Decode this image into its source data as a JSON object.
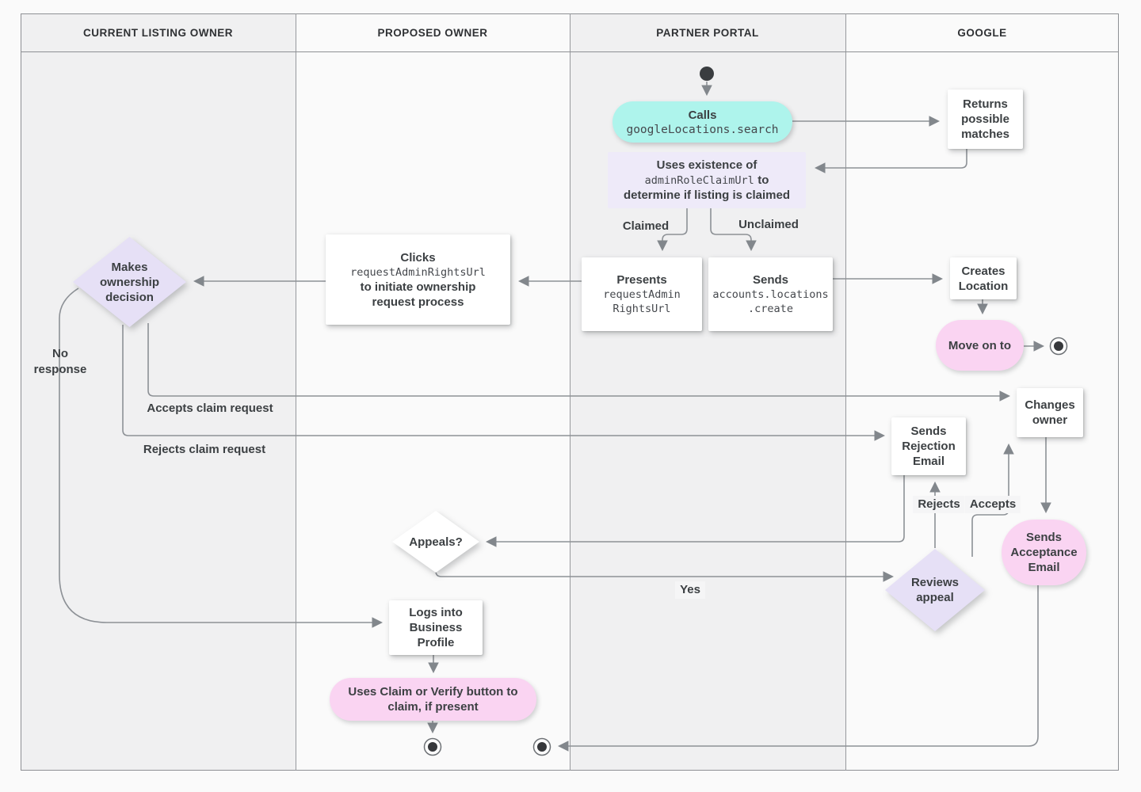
{
  "lanes": [
    {
      "label": "CURRENT LISTING OWNER"
    },
    {
      "label": "PROPOSED OWNER"
    },
    {
      "label": "PARTNER PORTAL"
    },
    {
      "label": "GOOGLE"
    }
  ],
  "nodes": {
    "calls": {
      "bold": "Calls",
      "code": "googleLocations.search"
    },
    "returns_matches": {
      "text": "Returns\npossible\nmatches"
    },
    "uses_existence": {
      "line1": "Uses existence of",
      "code": "adminRoleClaimUrl",
      "line2_suffix": "to",
      "line3": "determine if listing is claimed"
    },
    "presents": {
      "bold": "Presents",
      "code": "requestAdmin\nRightsUrl"
    },
    "sends_create": {
      "bold": "Sends",
      "code": "accounts.locations\n.create"
    },
    "creates_location": {
      "text": "Creates\nLocation"
    },
    "move_on": {
      "text": "Move on to"
    },
    "clicks": {
      "bold": "Clicks",
      "code": "requestAdminRightsUrl",
      "rest": "to initiate ownership\nrequest process"
    },
    "makes_decision": {
      "text": "Makes\nownership\ndecision"
    },
    "sends_rejection": {
      "text": "Sends\nRejection\nEmail"
    },
    "changes_owner": {
      "text": "Changes\nowner"
    },
    "sends_acceptance": {
      "text": "Sends\nAcceptance\nEmail"
    },
    "appeals": {
      "text": "Appeals?"
    },
    "reviews_appeal": {
      "text": "Reviews\nappeal"
    },
    "logs_into": {
      "text": "Logs into\nBusiness\nProfile"
    },
    "uses_claim": {
      "text": "Uses Claim or Verify button to\nclaim, if present"
    }
  },
  "edge_labels": {
    "claimed": "Claimed",
    "unclaimed": "Unclaimed",
    "no_response": "No\nresponse",
    "accepts_claim": "Accepts claim request",
    "rejects_claim": "Rejects claim request",
    "rejects": "Rejects",
    "accepts": "Accepts",
    "yes": "Yes"
  },
  "colors": {
    "teal_action": "#aef4ec",
    "lavender_decision": "#e6e0f6",
    "lavender_note": "#eeeaf9",
    "pink_terminal": "#fad4f2",
    "lane_dark": "#f0f0f1",
    "lane_light": "#fafafa",
    "connector_gray": "#8d9196",
    "text": "#3c4043"
  }
}
